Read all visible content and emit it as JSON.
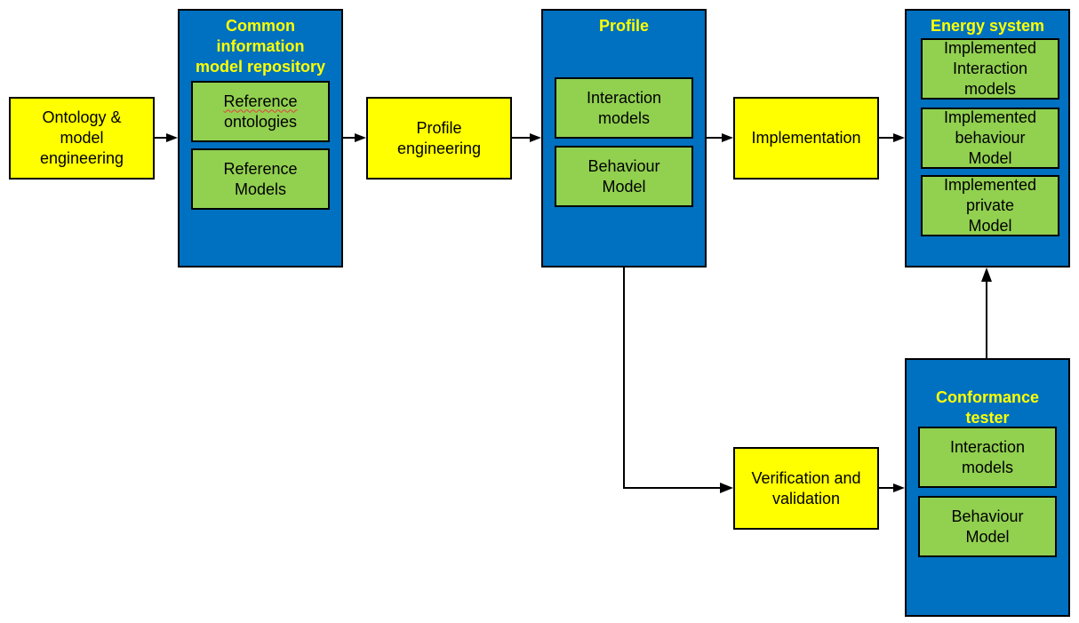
{
  "colors": {
    "container_fill": "#0070c0",
    "process_fill": "#ffff00",
    "model_fill": "#92d050",
    "container_title": "#ffff00",
    "outline": "#000000"
  },
  "nodes": {
    "ontology": "Ontology &\nmodel\nengineering",
    "cim_repository": {
      "title": "Common\ninformation\nmodel repository",
      "reference_ontologies": {
        "line1": "Reference",
        "line2": "ontologies"
      },
      "reference_models": "Reference\nModels"
    },
    "profile_engineering": "Profile\nengineering",
    "profile": {
      "title": "Profile",
      "interaction_models": "Interaction\nmodels",
      "behaviour_model": "Behaviour\nModel"
    },
    "implementation": "Implementation",
    "energy_system": {
      "title": "Energy system",
      "implemented_interaction": "Implemented\nInteraction\nmodels",
      "implemented_behaviour": "Implemented\nbehaviour\nModel",
      "implemented_private": "Implemented\nprivate\nModel"
    },
    "verification": "Verification and\nvalidation",
    "conformance_tester": {
      "title_line1": "Conformance",
      "title_line2": "tester",
      "interaction_models": "Interaction\nmodels",
      "behaviour_model": "Behaviour\nModel"
    }
  },
  "edges": [
    {
      "from": "ontology",
      "to": "cim_repository"
    },
    {
      "from": "cim_repository",
      "to": "profile_engineering"
    },
    {
      "from": "profile_engineering",
      "to": "profile"
    },
    {
      "from": "profile",
      "to": "implementation"
    },
    {
      "from": "implementation",
      "to": "energy_system"
    },
    {
      "from": "profile",
      "to": "verification"
    },
    {
      "from": "verification",
      "to": "conformance_tester"
    },
    {
      "from": "conformance_tester",
      "to": "energy_system"
    }
  ]
}
